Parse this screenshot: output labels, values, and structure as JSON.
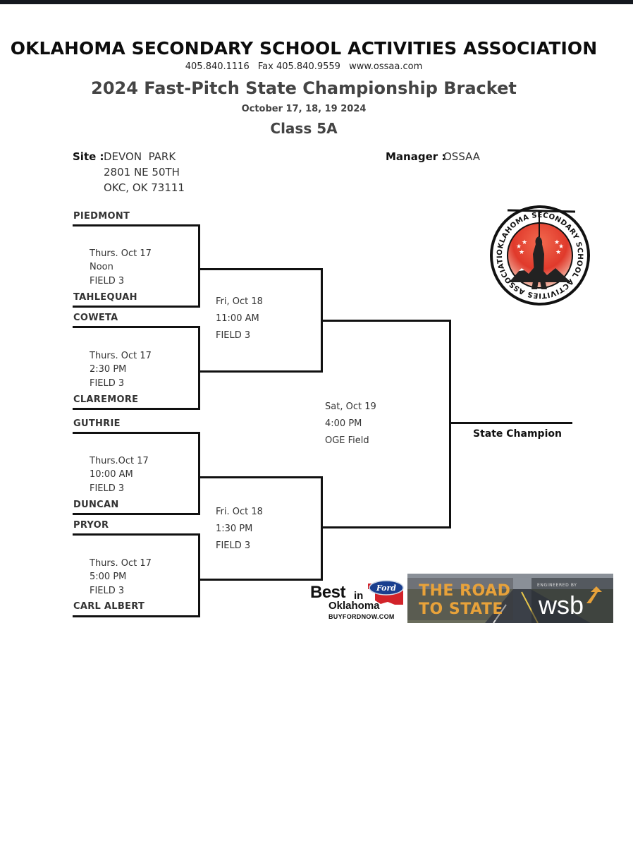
{
  "header": {
    "organization": "OKLAHOMA SECONDARY SCHOOL ACTIVITIES ASSOCIATION",
    "phone": "405.840.1116",
    "fax": "Fax 405.840.9559",
    "website": "www.ossaa.com",
    "title": "2024 Fast-Pitch State Championship Bracket",
    "dates": "October 17, 18, 19 2024",
    "class": "Class 5A"
  },
  "site": {
    "label": "Site :",
    "name": "DEVON  PARK",
    "address": "2801 NE 50TH",
    "city": "OKC, OK 73111"
  },
  "manager": {
    "label": "Manager :",
    "name": "OSSAA"
  },
  "logo": {
    "text": "OKLAHOMA SECONDARY SCHOOL ACTIVITIES ASSOCIATION",
    "icon": "ossaa-seal-icon",
    "color": "#e0392b"
  },
  "bracket": {
    "round1": [
      {
        "team_top": "PIEDMONT",
        "team_bottom": "TAHLEQUAH",
        "day": "Thurs. Oct 17",
        "time": "Noon",
        "field": "FIELD 3"
      },
      {
        "team_top": "COWETA",
        "team_bottom": "CLAREMORE",
        "day": "Thurs. Oct 17",
        "time": "2:30 PM",
        "field": "FIELD 3"
      },
      {
        "team_top": "GUTHRIE",
        "team_bottom": "DUNCAN",
        "day": "Thurs.Oct 17",
        "time": "10:00 AM",
        "field": "FIELD 3"
      },
      {
        "team_top": "PRYOR",
        "team_bottom": "CARL ALBERT",
        "day": "Thurs. Oct 17",
        "time": "5:00 PM",
        "field": "FIELD 3"
      }
    ],
    "semifinals": [
      {
        "day": "Fri, Oct 18",
        "time": "11:00 AM",
        "field": "FIELD 3"
      },
      {
        "day": "Fri. Oct 18",
        "time": "1:30 PM",
        "field": "FIELD 3"
      }
    ],
    "final": {
      "day": "Sat, Oct 19",
      "time": "4:00 PM",
      "field": "OGE Field"
    },
    "champion_label": "State Champion"
  },
  "ads": {
    "ford": {
      "best": "Best",
      "in": "in",
      "state": "Oklahoma",
      "url": "BUYFORDNOW.COM",
      "brand": "Ford",
      "brand_color": "#1a3f8f"
    },
    "wsb": {
      "line1": "THE ROAD",
      "line2": "TO STATE",
      "engineered": "ENGINEERED BY",
      "brand": "wsb",
      "accent": "#e8a23a"
    }
  }
}
